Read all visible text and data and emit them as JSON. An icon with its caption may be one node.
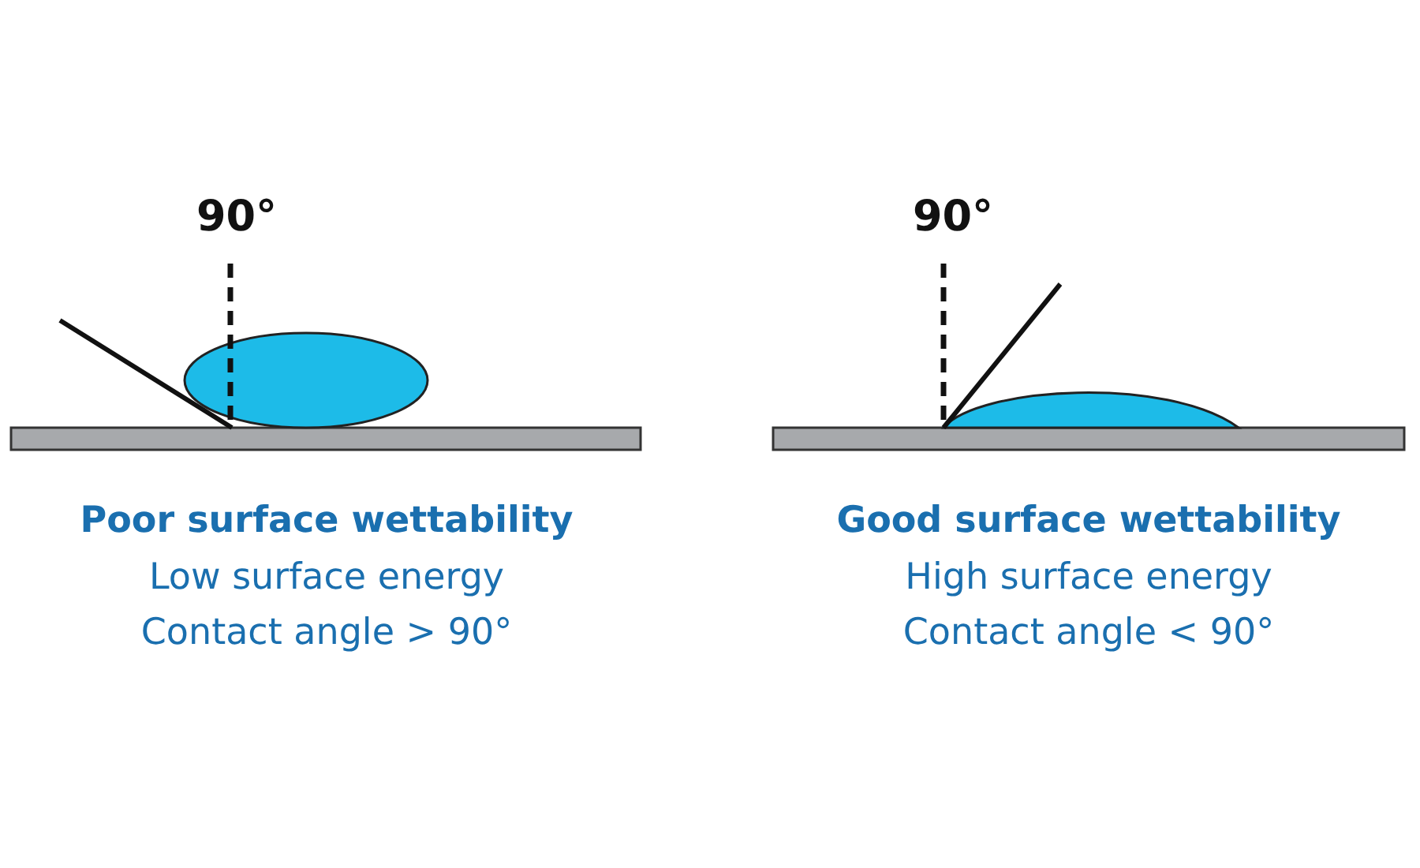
{
  "diagram": {
    "labels": [
      "90°",
      "90°",
      "Poor surface wettability",
      "Good surface wettability",
      "Low surface energy",
      "High surface energy",
      "Contact angle > 90°",
      "Contact angle < 90°"
    ]
  }
}
